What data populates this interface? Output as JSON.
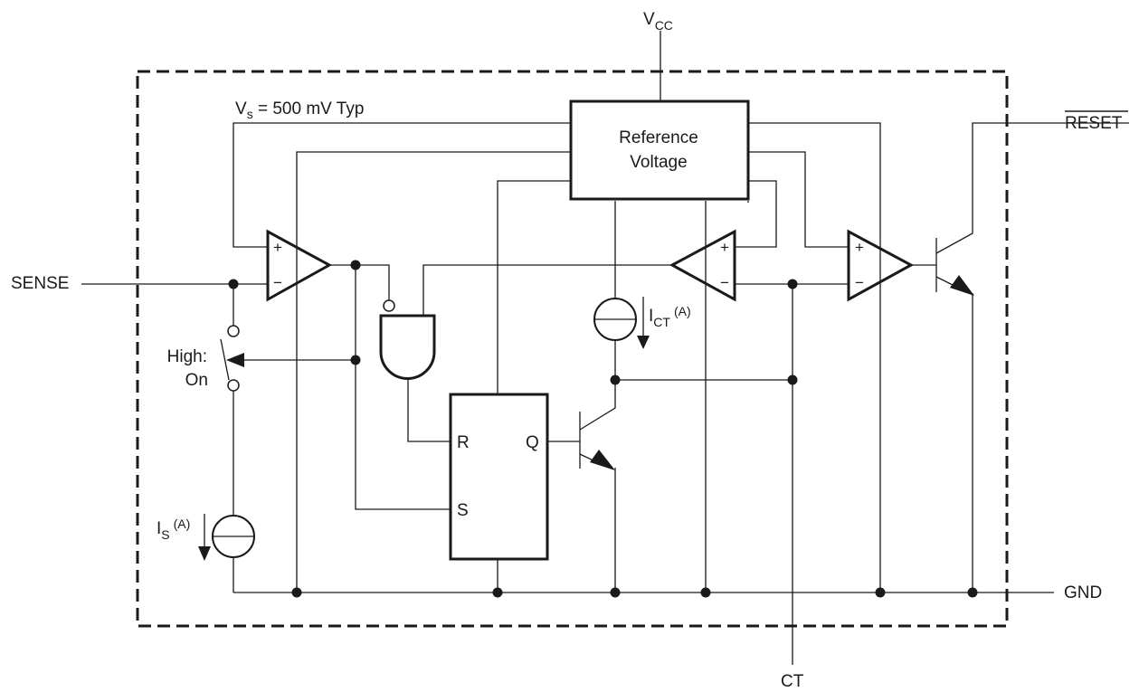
{
  "pins": {
    "vcc": {
      "main": "V",
      "sub": "CC"
    },
    "sense": "SENSE",
    "reset": "RESET",
    "gnd": "GND",
    "ct": "CT"
  },
  "annotations": {
    "vs": {
      "main": "V",
      "sub": "s",
      "rest": " = 500 mV Typ"
    },
    "high": "High:",
    "on": "On",
    "is": {
      "main": "I",
      "sub": "S",
      "note": "(A)"
    },
    "ict": {
      "main": "I",
      "sub": "CT",
      "note": "(A)"
    }
  },
  "blocks": {
    "reference_line1": "Reference",
    "reference_line2": "Voltage",
    "latch_r": "R",
    "latch_s": "S",
    "latch_q": "Q"
  },
  "signs": {
    "plus": "+",
    "minus": "−"
  }
}
